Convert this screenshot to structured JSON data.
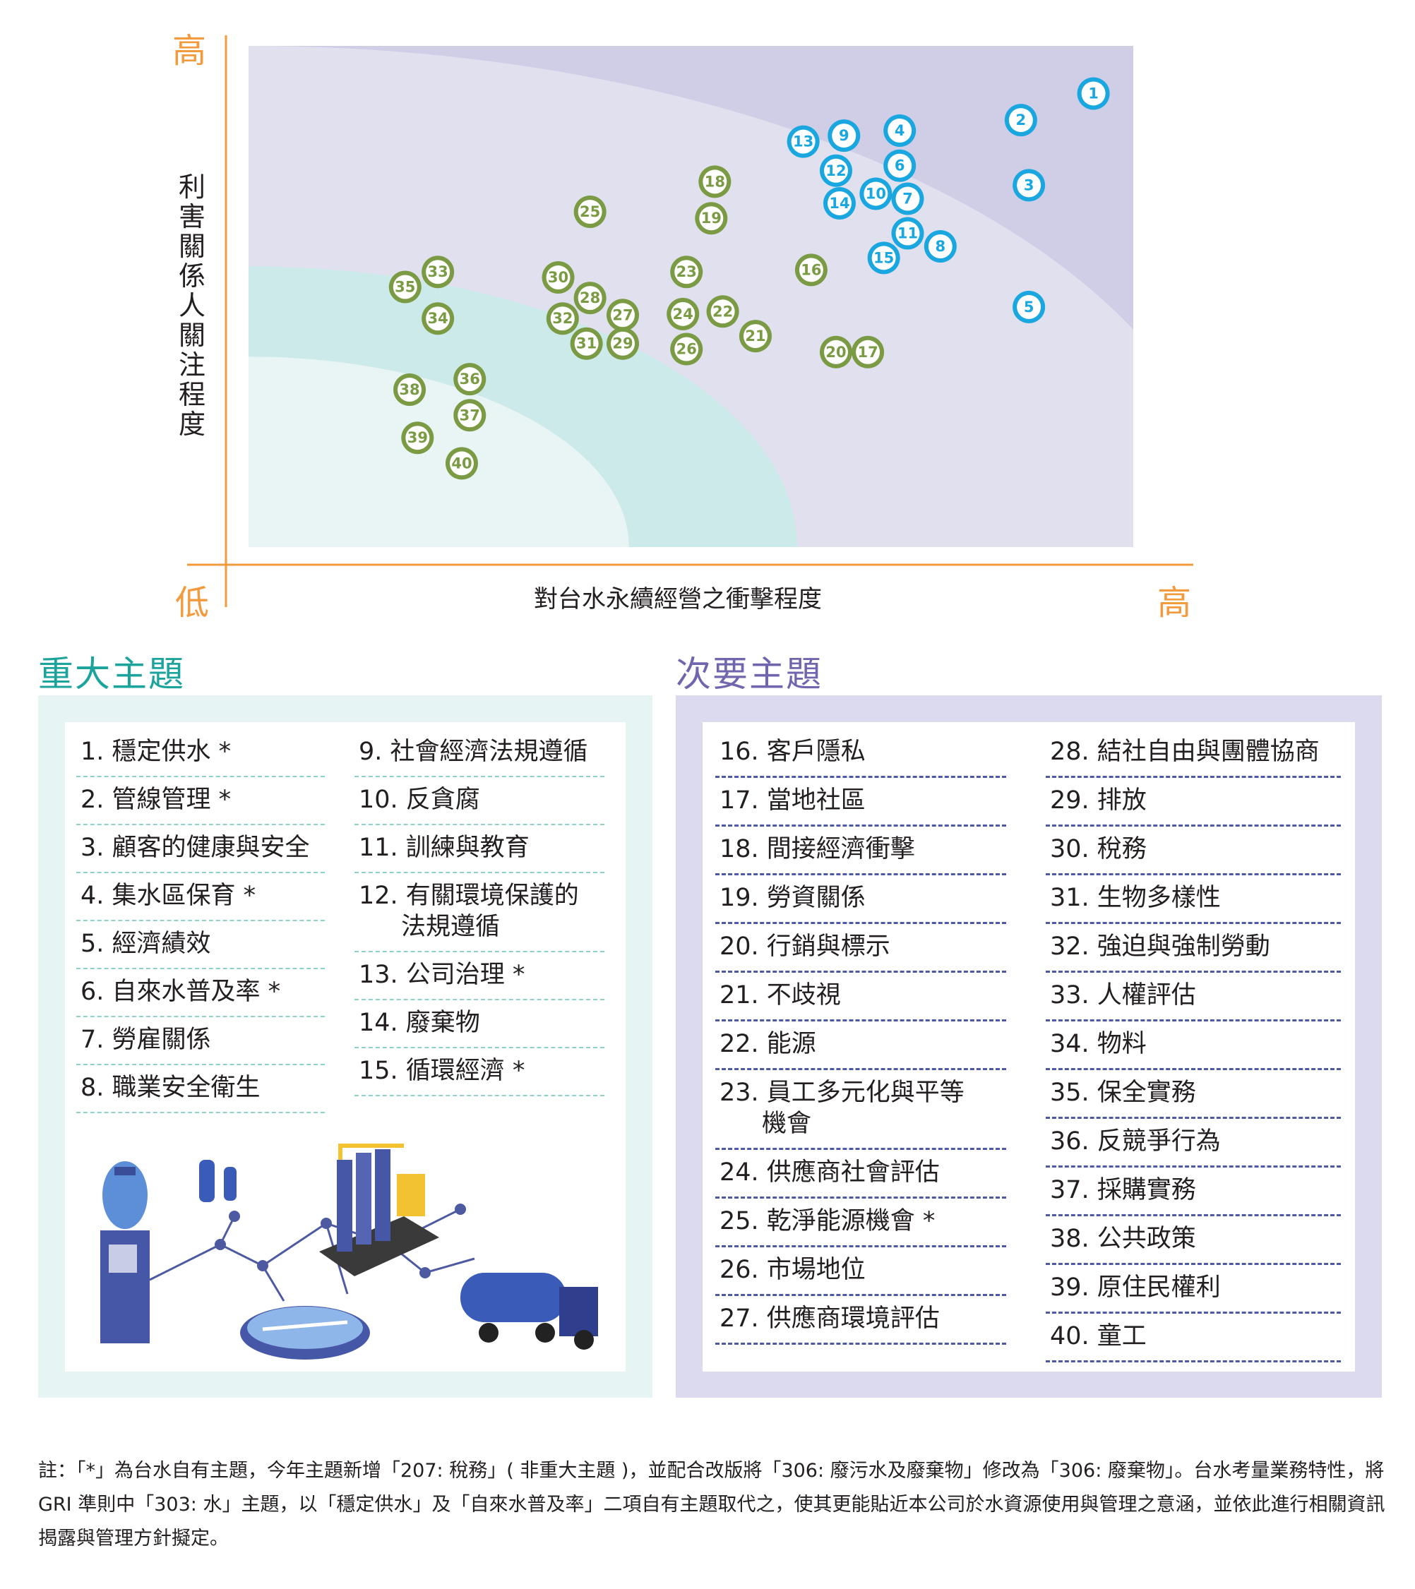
{
  "chart_data": {
    "type": "scatter",
    "xlabel": "對台水永續經營之衝擊程度",
    "ylabel": "利害關係人關注程度",
    "x_low": "低",
    "x_high": "高",
    "y_high": "高",
    "xlim": [
      0,
      100
    ],
    "ylim": [
      0,
      100
    ],
    "grid": false,
    "bands": [
      "#e9f5f4",
      "#cdeaea",
      "#e1e0ef",
      "#d0cde6"
    ],
    "series": [
      {
        "group": "material",
        "color": "#1aa7e0",
        "points": [
          {
            "label": "1",
            "x": 95.5,
            "y": 90.5
          },
          {
            "label": "2",
            "x": 87.3,
            "y": 85.2
          },
          {
            "label": "3",
            "x": 88.2,
            "y": 72.2
          },
          {
            "label": "4",
            "x": 73.6,
            "y": 83.1
          },
          {
            "label": "5",
            "x": 88.2,
            "y": 47.9
          },
          {
            "label": "6",
            "x": 73.6,
            "y": 76.1
          },
          {
            "label": "7",
            "x": 74.5,
            "y": 69.5
          },
          {
            "label": "8",
            "x": 78.2,
            "y": 60.0
          },
          {
            "label": "9",
            "x": 67.3,
            "y": 82.1
          },
          {
            "label": "10",
            "x": 70.9,
            "y": 70.5
          },
          {
            "label": "11",
            "x": 74.5,
            "y": 62.6
          },
          {
            "label": "12",
            "x": 66.4,
            "y": 75.1
          },
          {
            "label": "13",
            "x": 62.7,
            "y": 80.9
          },
          {
            "label": "14",
            "x": 66.8,
            "y": 68.6
          },
          {
            "label": "15",
            "x": 71.8,
            "y": 57.7
          }
        ]
      },
      {
        "group": "minor",
        "color": "#7a9a43",
        "points": [
          {
            "label": "16",
            "x": 63.6,
            "y": 55.3
          },
          {
            "label": "17",
            "x": 70.0,
            "y": 38.9
          },
          {
            "label": "18",
            "x": 52.7,
            "y": 72.9
          },
          {
            "label": "19",
            "x": 52.3,
            "y": 65.6
          },
          {
            "label": "20",
            "x": 66.4,
            "y": 38.9
          },
          {
            "label": "21",
            "x": 57.3,
            "y": 42.1
          },
          {
            "label": "22",
            "x": 53.6,
            "y": 47.0
          },
          {
            "label": "23",
            "x": 49.5,
            "y": 54.9
          },
          {
            "label": "24",
            "x": 49.1,
            "y": 46.5
          },
          {
            "label": "25",
            "x": 38.6,
            "y": 66.9
          },
          {
            "label": "26",
            "x": 49.5,
            "y": 39.5
          },
          {
            "label": "27",
            "x": 42.3,
            "y": 46.3
          },
          {
            "label": "28",
            "x": 38.6,
            "y": 49.7
          },
          {
            "label": "29",
            "x": 42.3,
            "y": 40.6
          },
          {
            "label": "30",
            "x": 35.0,
            "y": 53.8
          },
          {
            "label": "31",
            "x": 38.2,
            "y": 40.6
          },
          {
            "label": "32",
            "x": 35.5,
            "y": 45.6
          },
          {
            "label": "33",
            "x": 21.4,
            "y": 54.9
          },
          {
            "label": "34",
            "x": 21.4,
            "y": 45.6
          },
          {
            "label": "35",
            "x": 17.7,
            "y": 51.9
          },
          {
            "label": "36",
            "x": 25.0,
            "y": 33.5
          },
          {
            "label": "37",
            "x": 25.0,
            "y": 26.3
          },
          {
            "label": "38",
            "x": 18.2,
            "y": 31.4
          },
          {
            "label": "39",
            "x": 19.1,
            "y": 21.8
          },
          {
            "label": "40",
            "x": 24.1,
            "y": 16.7
          }
        ]
      }
    ]
  },
  "material": {
    "title": "重大主題",
    "col1": [
      "1. 穩定供水 *",
      "2. 管線管理 *",
      "3. 顧客的健康與安全",
      "4. 集水區保育 *",
      "5. 經濟績效",
      "6. 自來水普及率 *",
      "7. 勞雇關係",
      "8. 職業安全衛生"
    ],
    "col2": [
      {
        "a": "9. 社會經濟法規遵循"
      },
      {
        "a": "10. 反貪腐"
      },
      {
        "a": "11. 訓練與教育"
      },
      {
        "a": "12. 有關環境保護的",
        "b": "法規遵循"
      },
      {
        "a": "13. 公司治理 *"
      },
      {
        "a": "14. 廢棄物"
      },
      {
        "a": "15. 循環經濟 *"
      }
    ]
  },
  "minor": {
    "title": "次要主題",
    "col1": [
      {
        "a": "16. 客戶隱私"
      },
      {
        "a": "17. 當地社區"
      },
      {
        "a": "18. 間接經濟衝擊"
      },
      {
        "a": "19. 勞資關係"
      },
      {
        "a": "20. 行銷與標示"
      },
      {
        "a": "21. 不歧視"
      },
      {
        "a": "22. 能源"
      },
      {
        "a": "23. 員工多元化與平等",
        "b": "機會"
      },
      {
        "a": "24. 供應商社會評估"
      },
      {
        "a": "25. 乾淨能源機會 *"
      },
      {
        "a": "26. 市場地位"
      },
      {
        "a": "27. 供應商環境評估"
      }
    ],
    "col2": [
      "28. 結社自由與團體協商",
      "29. 排放",
      "30. 稅務",
      "31. 生物多樣性",
      "32. 強迫與強制勞動",
      "33. 人權評估",
      "34. 物料",
      "35. 保全實務",
      "36. 反競爭行為",
      "37. 採購實務",
      "38. 公共政策",
      "39. 原住民權利",
      "40. 童工"
    ]
  },
  "footnote": "註：「*」為台水自有主題，今年主題新增「207: 稅務」( 非重大主題 )，並配合改版將「306: 廢污水及廢棄物」修改為「306: 廢棄物」。台水考量業務特性，將 GRI 準則中「303: 水」主題，以「穩定供水」及「自來水普及率」二項自有主題取代之，使其更能貼近本公司於水資源使用與管理之意涵，並依此進行相關資訊揭露與管理方針擬定。",
  "colors": {
    "axis": "#f39a3d",
    "material_title": "#1ba39c",
    "minor_title": "#6f66ad",
    "material_panel": "#e6f4f3",
    "minor_panel": "#dcdaee"
  }
}
